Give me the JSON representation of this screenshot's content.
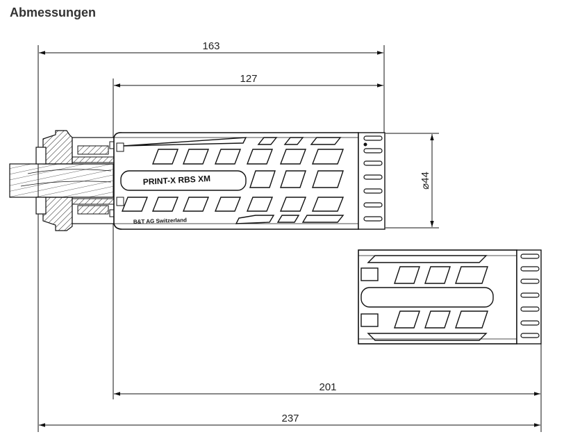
{
  "page": {
    "title": "Abmessungen"
  },
  "dimensions": {
    "d163": "163",
    "d127": "127",
    "d44": "⌀44",
    "d201": "201",
    "d237": "237"
  },
  "product_marks": {
    "name": "PRINT-X RBS XM",
    "maker": "B&T AG Switzerland"
  },
  "colors": {
    "line": "#111111",
    "text": "#222222",
    "title": "#333333"
  }
}
